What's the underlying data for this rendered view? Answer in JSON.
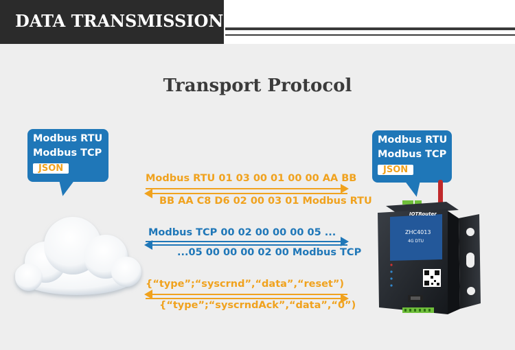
{
  "header": {
    "title": "DATA TRANSMISSION"
  },
  "section_title": "Transport Protocol",
  "left_bubble": {
    "line1": "Modbus RTU",
    "line2": "Modbus TCP",
    "tag": "JSON"
  },
  "right_bubble": {
    "line1": "Modbus RTU",
    "line2": "Modbus TCP",
    "tag": "JSON"
  },
  "messages": [
    {
      "text": "Modbus RTU 01 03 00 01 00 00 AA BB",
      "direction": "to-device",
      "color": "#f0a21e"
    },
    {
      "text": "BB AA C8  D6 02 00 03 01 Modbus RTU",
      "direction": "to-cloud",
      "color": "#f0a21e"
    },
    {
      "text": "Modbus TCP 00 02 00 00 00 05 ...",
      "direction": "to-device",
      "color": "#1f77b8"
    },
    {
      "text": "...05 00 00 00 02 00 Modbus TCP",
      "direction": "to-cloud",
      "color": "#1f77b8"
    },
    {
      "text": "{“type”;“syscrnd”,“data”,“reset”)",
      "direction": "to-cloud",
      "color": "#f0a21e"
    },
    {
      "text": "{“type”;“syscrndAck”,“data”,“0”)",
      "direction": "to-device",
      "color": "#f0a21e"
    }
  ],
  "device": {
    "brand": "IOTRouter",
    "model": "ZHC4013",
    "subtitle": "4G  DTU"
  },
  "colors": {
    "header_bg": "#2b2b2b",
    "accent_blue": "#1f77b8",
    "accent_orange": "#f0a21e",
    "page_bg": "#eeeeee"
  },
  "icons": {
    "cloud": "cloud-icon",
    "device": "dtu-device-icon"
  }
}
